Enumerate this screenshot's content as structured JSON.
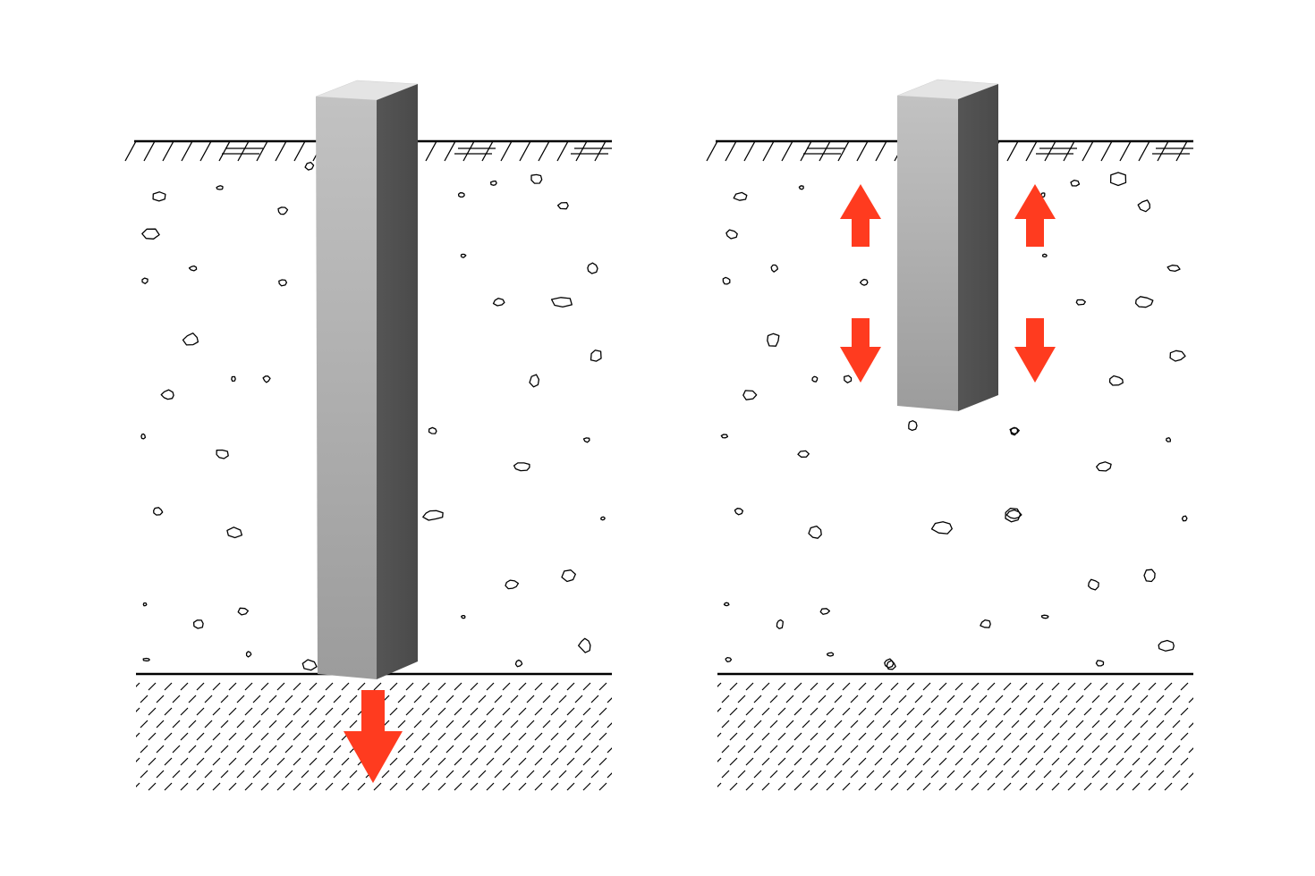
{
  "panels": [
    {
      "id": "end-bearing",
      "pile": "long-pile-reaching-bearing-layer",
      "arrows": [
        {
          "direction": "down"
        }
      ]
    },
    {
      "id": "friction",
      "pile": "short-pile-friction",
      "arrows": [
        {
          "direction": "up"
        },
        {
          "direction": "up"
        },
        {
          "direction": "down"
        },
        {
          "direction": "down"
        }
      ]
    }
  ],
  "colors": {
    "arrow": "#ff3b1f",
    "pile_front_light": "#c2c2c2",
    "pile_front_dark": "#9c9c9c",
    "pile_side": "#4a4a4a",
    "pile_top": "#e4e4e4",
    "line": "#000000",
    "background": "#ffffff"
  },
  "icons": [
    "pile-icon",
    "arrow-down-icon",
    "arrow-up-icon",
    "pebble-icon",
    "hatch-icon"
  ]
}
